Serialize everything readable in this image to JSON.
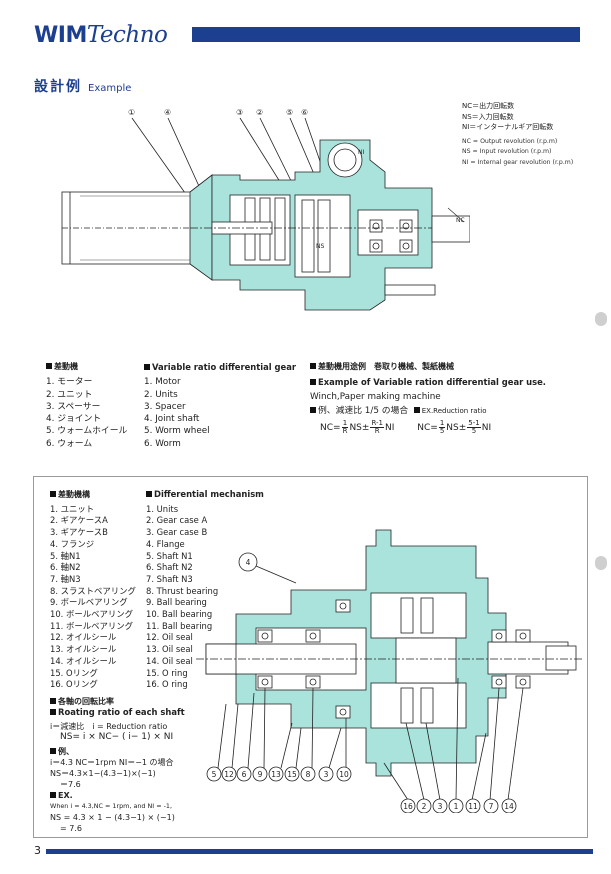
{
  "header": {
    "logo_bold": "WIM",
    "logo_italic": "Techno",
    "brand_color": "#1c3f8f"
  },
  "section": {
    "title_jp": "設計例",
    "title_en": "Example"
  },
  "legend": {
    "lines_jp": [
      "NC＝出力回転数",
      "NS＝入力回転数",
      "NI＝インターナルギア回転数"
    ],
    "lines_en": [
      "NC = Output revolution (r.p.m)",
      "NS = Input revolution (r.p.m)",
      "NI = Internal gear revolution (r.p.m)"
    ]
  },
  "diagram1": {
    "callouts": [
      "①",
      "④",
      "③",
      "②",
      "⑤",
      "⑥"
    ],
    "labels": {
      "ni": "NI",
      "ns": "NS",
      "nc": "NC"
    },
    "gear_color": "#a9e3dc"
  },
  "vr_gear": {
    "heading_jp": "差動機",
    "heading_en": "Variable ratio differential gear",
    "items_jp": [
      "1. モーター",
      "2. ユニット",
      "3. スペーサー",
      "4. ジョイント",
      "5. ウォームホイール",
      "6. ウォーム"
    ],
    "items_en": [
      "1. Motor",
      "2. Units",
      "3. Spacer",
      "4. Joint shaft",
      "5. Worm wheel",
      "6. Worm"
    ]
  },
  "usage": {
    "heading_jp": "差動機用途例　巻取り機械、製紙機械",
    "heading_en": "Example of Variable ration differential gear use.",
    "desc_en": "Winch,Paper making machine",
    "ratio_jp": "例、減速比 1/5 の場合",
    "ratio_en": "EX.Reduction ratio",
    "formula1": {
      "left": "NC=",
      "f1n": "1",
      "f1d": "R",
      "mid": "NS±",
      "f2n": "R-1",
      "f2d": "R",
      "right": "NI"
    },
    "formula2": {
      "left": "NC=",
      "f1n": "1",
      "f1d": "5",
      "mid": "NS±",
      "f2n": "5-1",
      "f2d": "5",
      "right": "NI"
    }
  },
  "mechanism": {
    "heading_jp": "差動機構",
    "heading_en": "Differential mechanism",
    "items_jp": [
      "1. ユニット",
      "2. ギアケースA",
      "3. ギアケースB",
      "4. フランジ",
      "5. 軸N1",
      "6. 軸N2",
      "7. 軸N3",
      "8. スラストベアリング",
      "9. ボールベアリング",
      "10. ボールベアリング",
      "11. ボールベアリング",
      "12. オイルシール",
      "13. オイルシール",
      "14. オイルシール",
      "15. Oリング",
      "16. Oリング"
    ],
    "items_en": [
      "1. Units",
      "2. Gear case A",
      "3. Gear case B",
      "4. Flange",
      "5. Shaft N1",
      "6. Shaft N2",
      "7. Shaft N3",
      "8. Thrust bearing",
      "9. Ball bearing",
      "10. Ball bearing",
      "11. Ball bearing",
      "12. Oil seal",
      "13. Oil seal",
      "14. Oil seal",
      "15. O ring",
      "16. O ring"
    ]
  },
  "rotating": {
    "heading_jp": "各軸の回転比率",
    "heading_en": "Roating ratio of each shaft",
    "def_line": "i＝減速比　i = Reduction ratio",
    "eq": "NS= i × NC− ( i− 1) × NI",
    "ex_heading_jp": "例、",
    "ex_line1": "i＝4.3  NC＝1rpm  NI＝−1 の場合",
    "ex_line2": "NS＝4.3×1−(4.3−1)×(−1)",
    "ex_line3": "＝7.6",
    "ex2_heading": "EX.",
    "ex2_line1": "When i = 4.3,NC = 1rpm, and NI = -1,",
    "ex2_line2": "NS = 4.3 × 1 − (4.3−1) × (−1)",
    "ex2_line3": "= 7.6"
  },
  "diagram2": {
    "callout_flange": "4",
    "callouts_bottom_left": [
      "5",
      "12",
      "6",
      "9",
      "13",
      "15",
      "8",
      "3",
      "10"
    ],
    "callouts_bottom_right": [
      "16",
      "2",
      "3",
      "1",
      "11",
      "7",
      "14"
    ]
  },
  "footer": {
    "page": "3"
  }
}
